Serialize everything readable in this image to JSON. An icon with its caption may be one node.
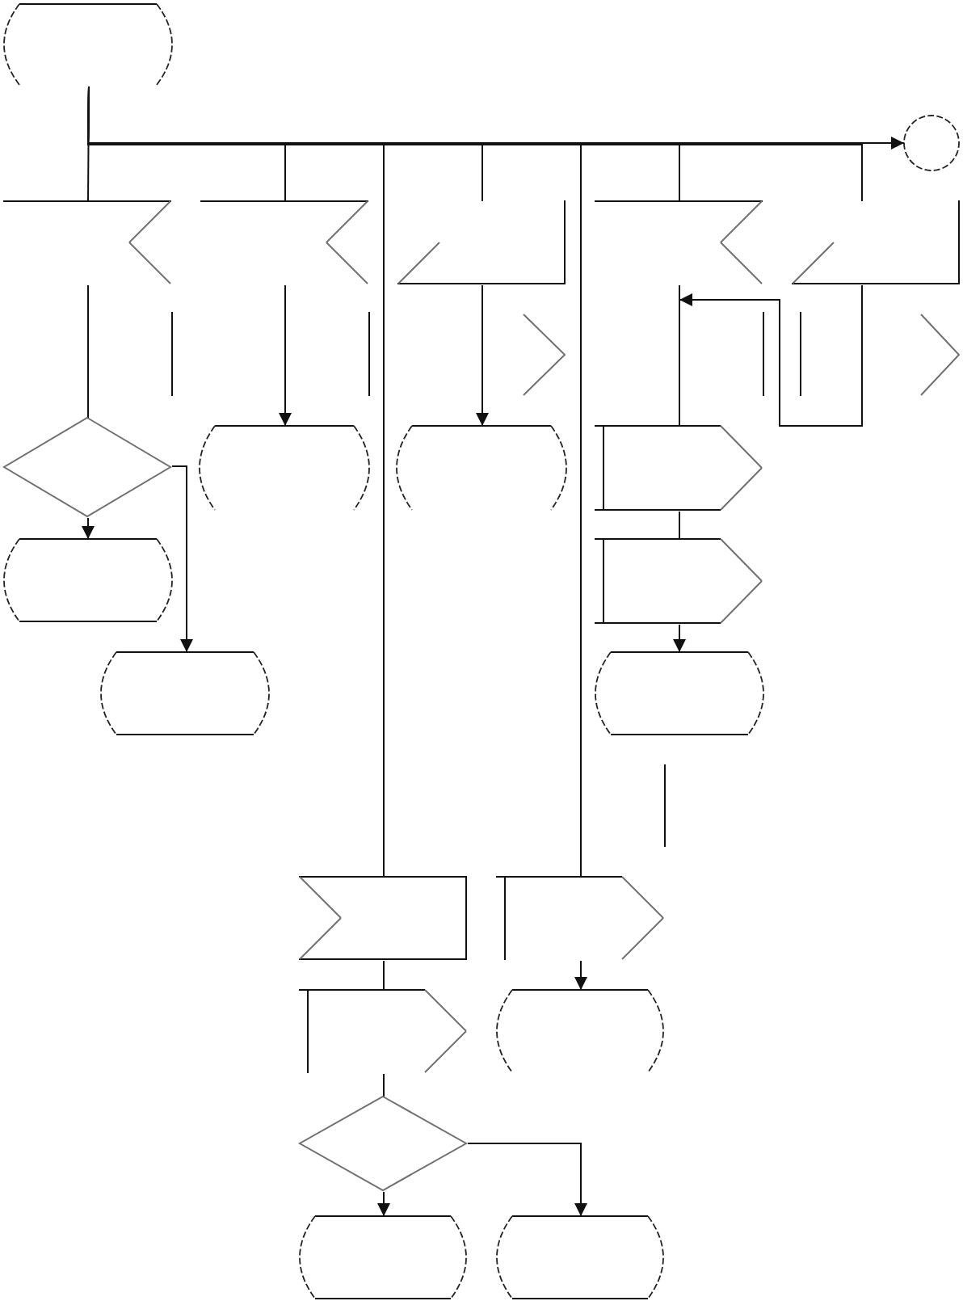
{
  "diagram": {
    "nodes": [
      {
        "text": [],
        "shape": "terminal"
      },
      {
        "text": [],
        "shape": "circle"
      },
      {
        "text": [],
        "shape": "flag"
      },
      {
        "text": [],
        "shape": "flag"
      },
      {
        "text": [],
        "shape": "notched"
      },
      {
        "text": [],
        "shape": "flag"
      },
      {
        "text": [],
        "shape": "notched"
      },
      {
        "text": [],
        "shape": "diamond"
      },
      {
        "text": [],
        "shape": "terminal"
      },
      {
        "text": [],
        "shape": "terminal"
      },
      {
        "text": [],
        "shape": "pentagon"
      },
      {
        "text": [],
        "shape": "terminal"
      },
      {
        "text": [],
        "shape": "pentagon"
      },
      {
        "text": [],
        "shape": "terminal"
      },
      {
        "text": [],
        "shape": "terminal"
      },
      {
        "text": [],
        "shape": "notched"
      },
      {
        "text": [],
        "shape": "pentagon"
      },
      {
        "text": [],
        "shape": "pentagon"
      },
      {
        "text": [],
        "shape": "terminal"
      },
      {
        "text": [],
        "shape": "diamond"
      },
      {
        "text": [],
        "shape": "terminal"
      },
      {
        "text": [],
        "shape": "terminal"
      }
    ],
    "edges": [
      {
        "from": 0,
        "to": 2,
        "arrow": "none"
      },
      {
        "from": 0,
        "to": 3,
        "arrow": "none"
      },
      {
        "from": 0,
        "to": 4,
        "arrow": "none"
      },
      {
        "from": 0,
        "to": 5,
        "arrow": "none"
      },
      {
        "from": 0,
        "to": 6,
        "arrow": "none"
      },
      {
        "from": 0,
        "to": 1,
        "arrow": "to"
      },
      {
        "from": 0,
        "to": 15,
        "arrow": "none"
      },
      {
        "from": 0,
        "to": 16,
        "arrow": "none"
      },
      {
        "from": 2,
        "to": 7,
        "arrow": "none"
      },
      {
        "from": 3,
        "to": 8,
        "arrow": "to"
      },
      {
        "from": 4,
        "to": 9,
        "arrow": "to"
      },
      {
        "from": 5,
        "to": 10,
        "arrow": "none"
      },
      {
        "from": 6,
        "to": 5,
        "arrow": "to"
      },
      {
        "from": 7,
        "to": 11,
        "arrow": "to"
      },
      {
        "from": 7,
        "to": 13,
        "arrow": "to"
      },
      {
        "from": 10,
        "to": 12,
        "arrow": "none"
      },
      {
        "from": 12,
        "to": 14,
        "arrow": "to"
      },
      {
        "from": 15,
        "to": 17,
        "arrow": "none"
      },
      {
        "from": 16,
        "to": 18,
        "arrow": "to"
      },
      {
        "from": 17,
        "to": 19,
        "arrow": "none"
      },
      {
        "from": 19,
        "to": 20,
        "arrow": "to"
      },
      {
        "from": 19,
        "to": 21,
        "arrow": "to"
      }
    ]
  }
}
